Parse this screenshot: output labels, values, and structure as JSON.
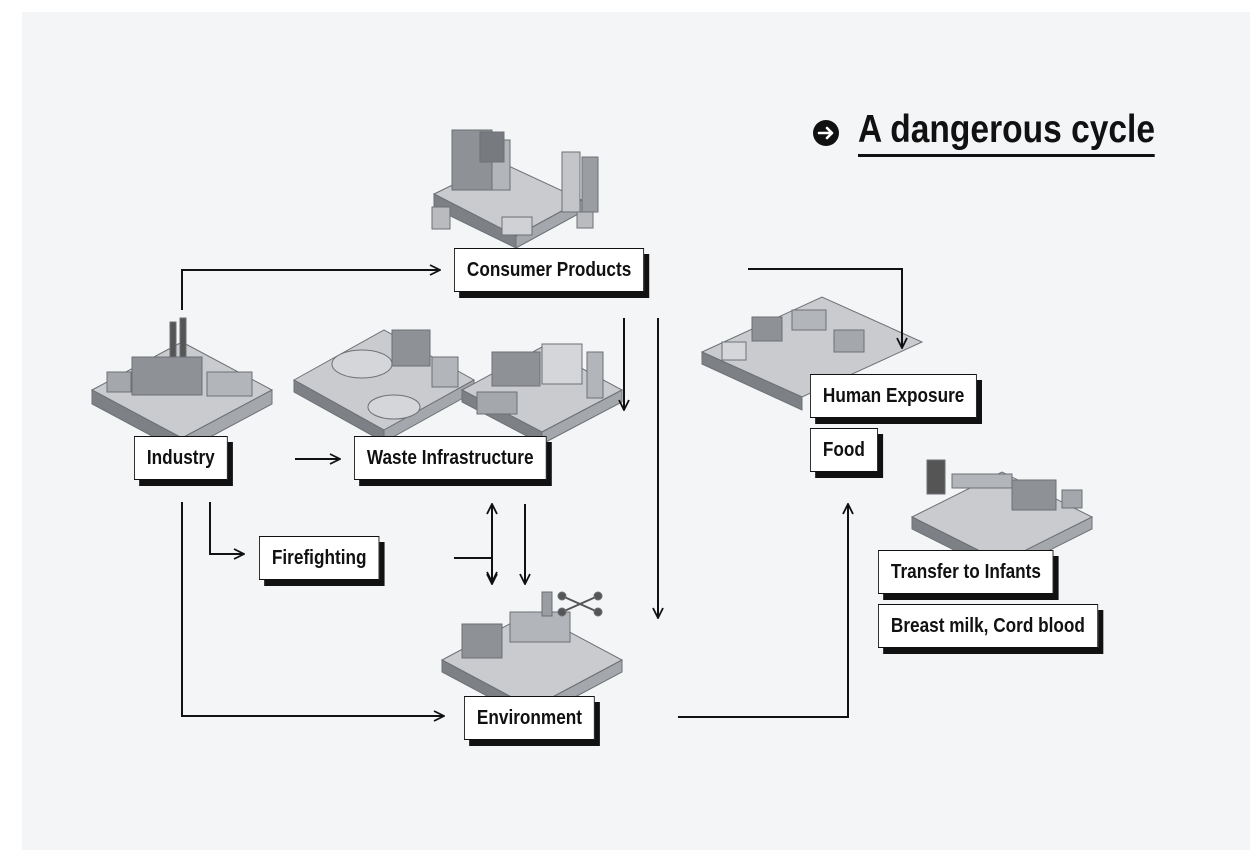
{
  "title": "A dangerous cycle",
  "nodes": {
    "consumer_products": "Consumer Products",
    "industry": "Industry",
    "waste_infrastructure": "Waste Infrastructure",
    "firefighting": "Firefighting",
    "environment": "Environment",
    "human_exposure": "Human Exposure",
    "food": "Food",
    "transfer_to_infants": "Transfer to Infants",
    "breast_milk_cord_blood": "Breast milk, Cord blood"
  },
  "colors": {
    "background": "#f4f5f7",
    "ink": "#111111",
    "box": "#ffffff",
    "illustration": "#8a8d92"
  },
  "icons": [
    "arrow-circle-icon",
    "shopping-mall-illustration",
    "factory-illustration",
    "water-treatment-illustration",
    "recycling-facility-illustration",
    "agriculture-drone-illustration",
    "city-illustration",
    "restaurant-illustration"
  ]
}
